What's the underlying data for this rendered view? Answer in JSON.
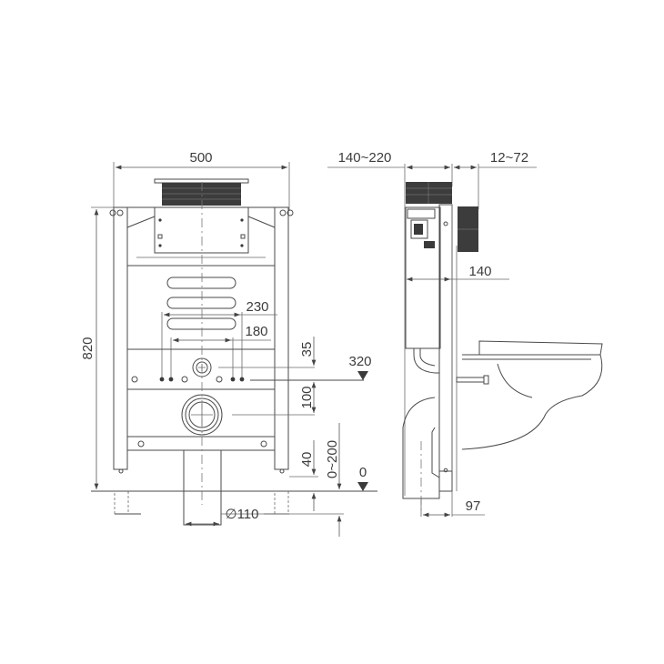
{
  "diagram": {
    "type": "technical-drawing",
    "subject": "concealed cistern frame with wall-hung toilet",
    "views": [
      {
        "name": "front-view",
        "dimensions": {
          "overall_width": "500",
          "overall_height": "820",
          "flush_outer_spacing": "230",
          "flush_inner_spacing": "180",
          "flush_pipe_offset": "35",
          "waste_below_flush": "100",
          "floor_to_bar": "40",
          "floor_adjust": "0~200",
          "waste_diameter": "∅110"
        },
        "levels": {
          "upper_level": "320",
          "floor_level": "0"
        }
      },
      {
        "name": "side-view",
        "dimensions": {
          "depth_range": "140~220",
          "panel_range": "12~72",
          "frame_depth": "140",
          "waste_offset": "97"
        }
      }
    ]
  }
}
